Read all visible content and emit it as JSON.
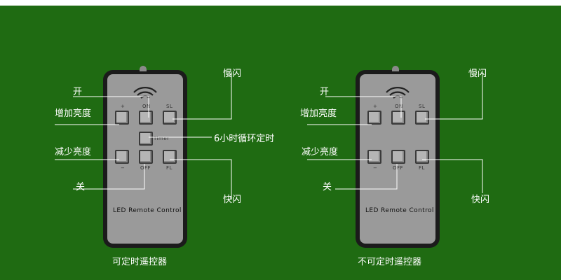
{
  "remote_left": {
    "caption": "可定时遥控器",
    "brand": "LED Remote Control",
    "buttons": {
      "plus": "+",
      "on": "ON",
      "sl": "SL",
      "timer": "Timer",
      "minus": "−",
      "off": "OFF",
      "fl": "FL"
    },
    "labels": {
      "open": "开",
      "increase": "增加亮度",
      "slow": "慢闪",
      "timer": "6小时循环定时",
      "decrease": "减少亮度",
      "close": "关",
      "fast": "快闪"
    }
  },
  "remote_right": {
    "caption": "不可定时遥控器",
    "brand": "LED Remote Control",
    "buttons": {
      "plus": "+",
      "on": "ON",
      "sl": "SL",
      "minus": "−",
      "off": "OFF",
      "fl": "FL"
    },
    "labels": {
      "open": "开",
      "increase": "增加亮度",
      "slow": "慢闪",
      "decrease": "减少亮度",
      "close": "关",
      "fast": "快闪"
    }
  },
  "colors": {
    "background": "#1f6b12",
    "remote_body": "#1b1b1b",
    "remote_face": "#9a9a9a"
  }
}
